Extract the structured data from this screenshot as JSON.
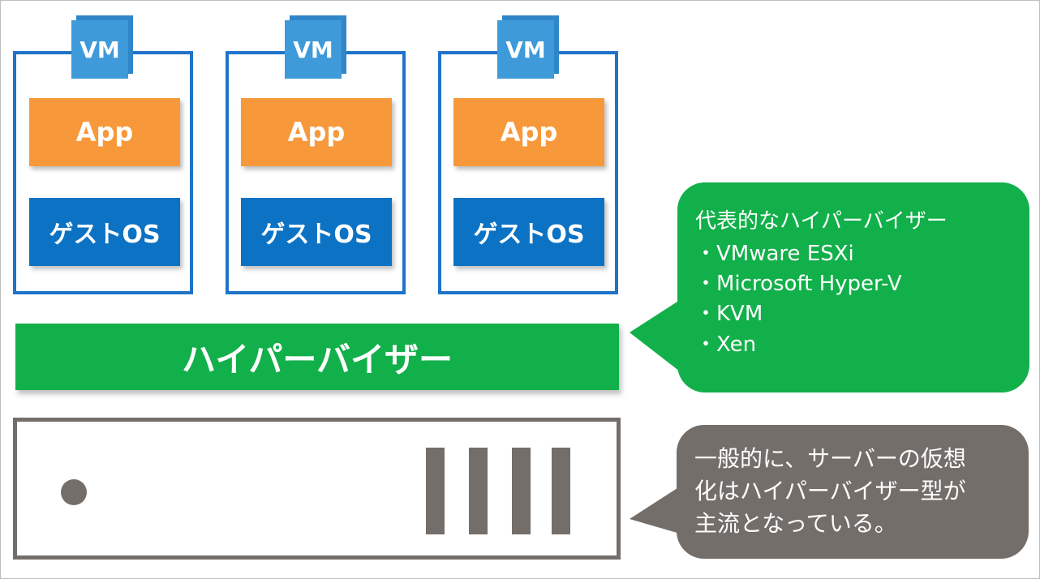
{
  "vms": [
    {
      "vm_label": "VM",
      "app_label": "App",
      "guest_os_label": "ゲストOS"
    },
    {
      "vm_label": "VM",
      "app_label": "App",
      "guest_os_label": "ゲストOS"
    },
    {
      "vm_label": "VM",
      "app_label": "App",
      "guest_os_label": "ゲストOS"
    }
  ],
  "hypervisor_label": "ハイパーバイザー",
  "callout_hypervisors": {
    "heading": "代表的なハイパーバイザー",
    "items": [
      "・VMware ESXi",
      "・Microsoft Hyper-V",
      "・KVM",
      "・Xen"
    ]
  },
  "callout_note": {
    "lines": [
      "一般的に、サーバーの仮想",
      "化はハイパーバイザー型が",
      "主流となっている。"
    ]
  },
  "colors": {
    "vm_border": "#1f73c7",
    "vm_tag": "#3e9ad9",
    "app": "#f7993a",
    "guest_os": "#0c72c4",
    "hypervisor": "#12b04a",
    "server": "#736e6a"
  }
}
